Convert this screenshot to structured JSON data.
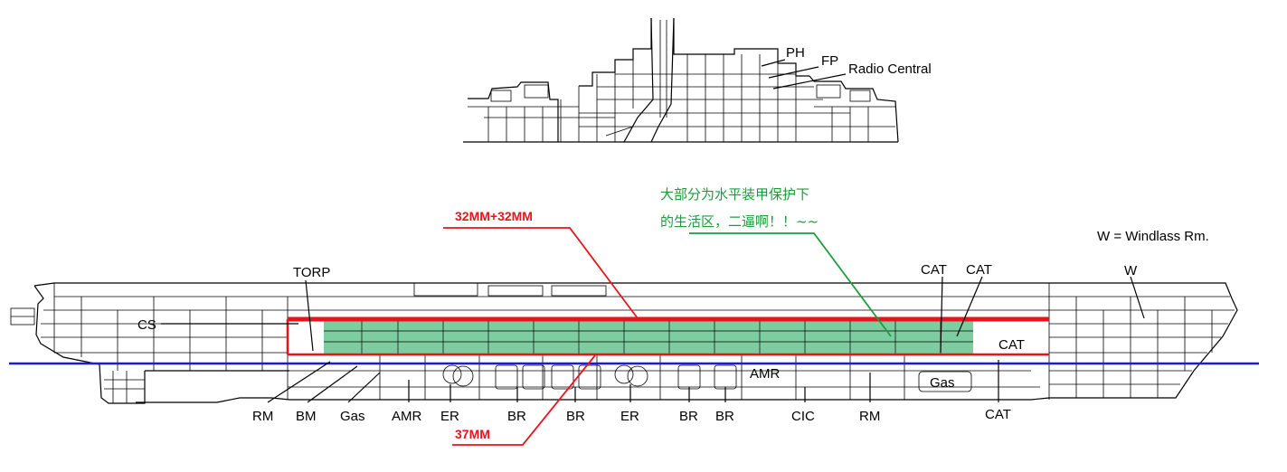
{
  "legend": "W = Windlass Rm.",
  "annotation": {
    "line1": "大部分为水平装甲保护下",
    "line2": "的生活区，二逼啊！！~~"
  },
  "armor": {
    "deck_label": "32MM+32MM",
    "side_label": "37MM"
  },
  "island_labels": {
    "ph": "PH",
    "fp": "FP",
    "radio": "Radio Central"
  },
  "hull_labels": {
    "torp": "TORP",
    "cs": "CS",
    "cat_1": "CAT",
    "cat_2": "CAT",
    "cat_3": "CAT",
    "w": "W",
    "amr_inner": "AMR",
    "gas_inner": "Gas"
  },
  "bottom_labels": [
    "RM",
    "BM",
    "Gas",
    "AMR",
    "ER",
    "BR",
    "BR",
    "ER",
    "BR",
    "BR",
    "CIC",
    "RM",
    "CAT"
  ],
  "colors": {
    "armor_red": "#e8141b",
    "waterline_blue": "#1a1ae0",
    "protected_green": "#5cc088",
    "annotation_green": "#1f9a3c"
  }
}
